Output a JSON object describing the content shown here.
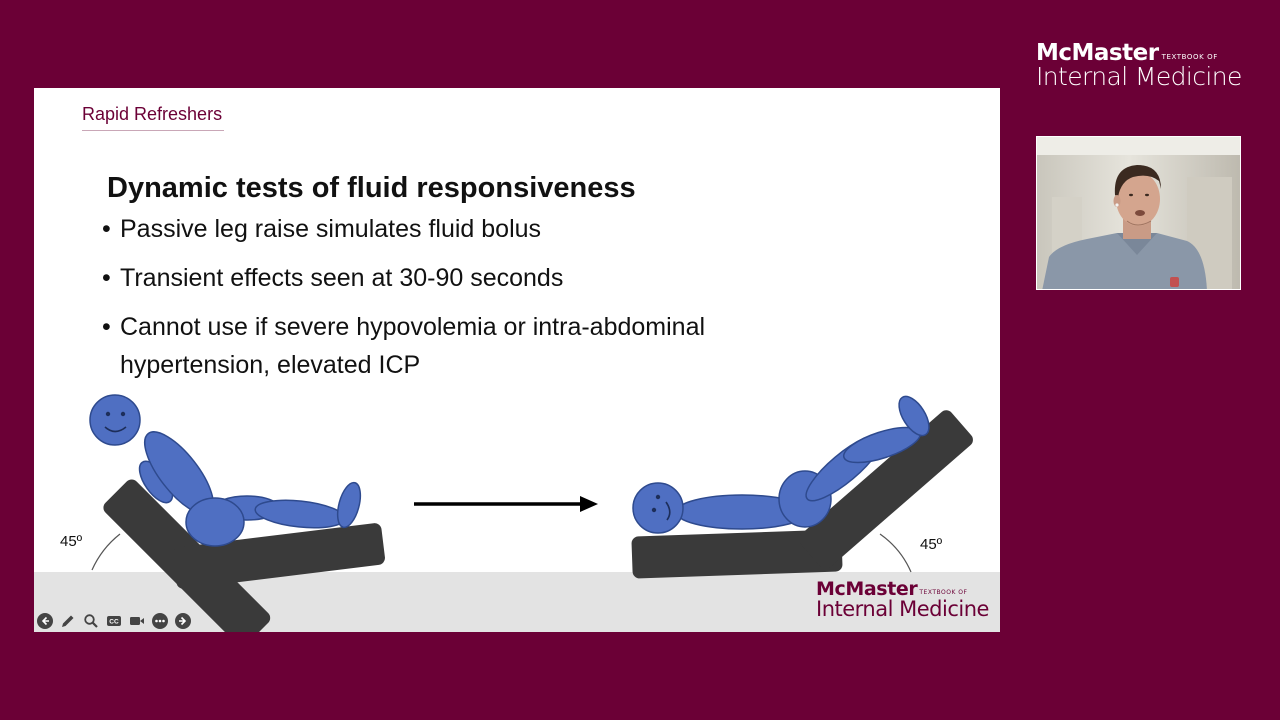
{
  "brand": {
    "name_bold": "McMaster",
    "name_small": "TEXTBOOK OF",
    "name_light": "Internal Medicine"
  },
  "slide": {
    "section_label": "Rapid Refreshers",
    "title": "Dynamic tests of fluid responsiveness",
    "bullets": [
      "Passive leg raise simulates fluid bolus",
      "Transient effects seen at 30-90 seconds",
      "Cannot use if severe hypovolemia or intra-abdominal hypertension, elevated ICP"
    ],
    "angle_left": "45º",
    "angle_right": "45º"
  },
  "player_controls": [
    {
      "name": "previous-slide-icon"
    },
    {
      "name": "pen-icon"
    },
    {
      "name": "zoom-icon"
    },
    {
      "name": "captions-icon"
    },
    {
      "name": "video-camera-icon"
    },
    {
      "name": "more-options-icon"
    },
    {
      "name": "next-slide-icon"
    }
  ],
  "colors": {
    "background": "#6b0036",
    "figure_blue": "#4f6fc2",
    "bed": "#3a3a3a"
  }
}
